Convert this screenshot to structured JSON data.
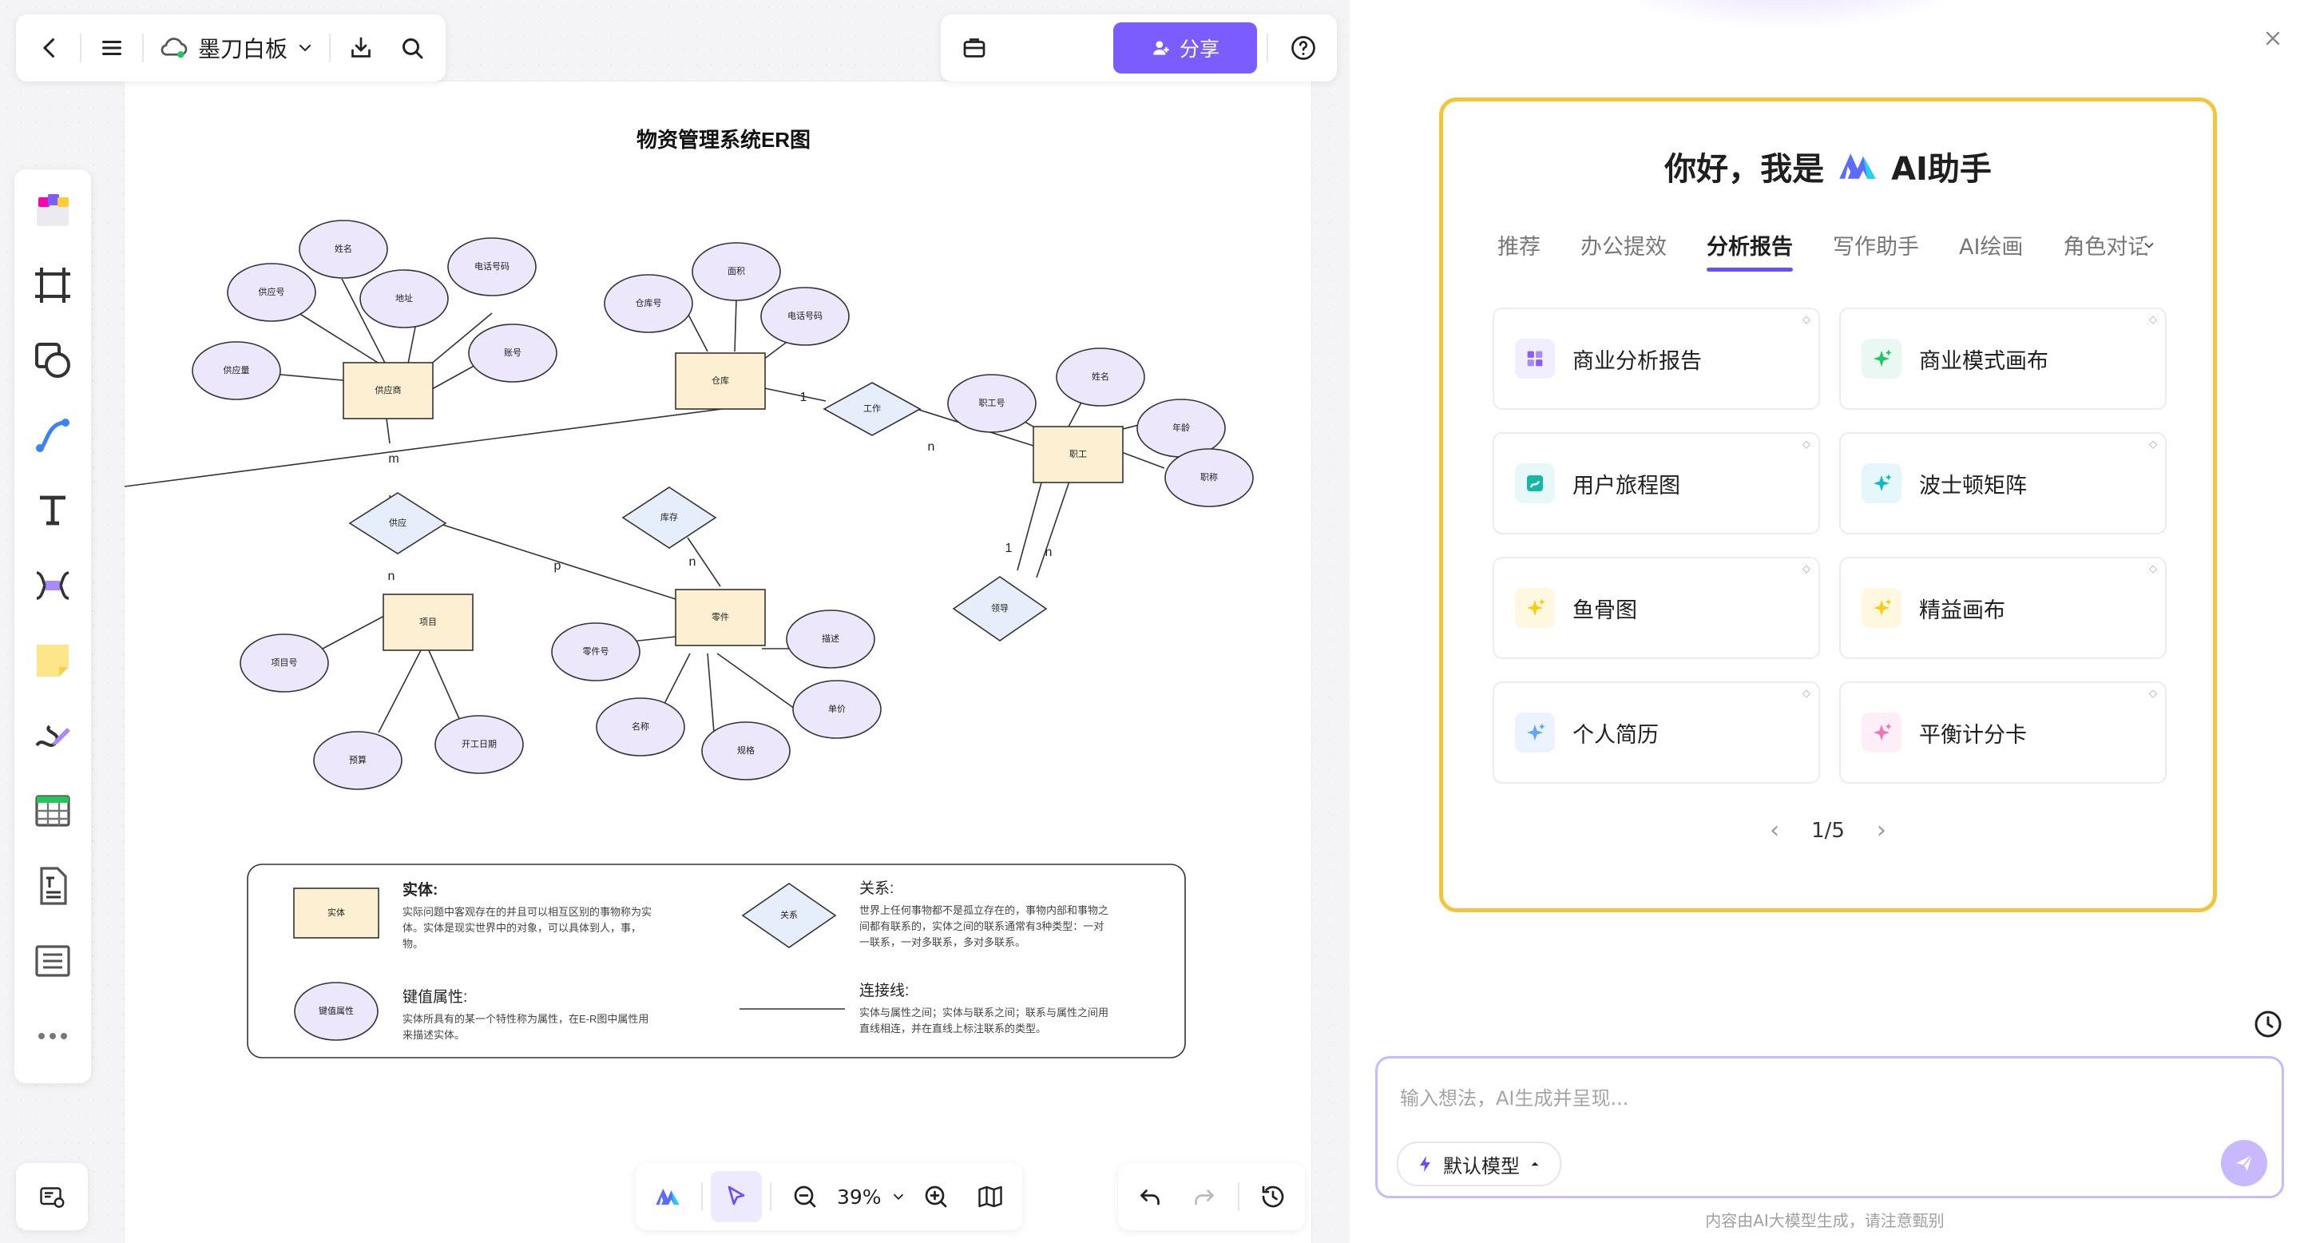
{
  "topbar": {
    "doc_title": "墨刀白板",
    "share_label": "分享"
  },
  "diagram": {
    "title": "物资管理系统ER图",
    "entities": [
      "供应商",
      "仓库",
      "职工",
      "项目",
      "零件"
    ],
    "attributes": [
      "姓名",
      "电话号码",
      "供应号",
      "地址",
      "账号",
      "供应量",
      "面积",
      "仓库号",
      "电话号码",
      "姓名",
      "职工号",
      "年龄",
      "职称",
      "项目号",
      "预算",
      "开工日期",
      "零件号",
      "描述",
      "单价",
      "名称",
      "规格"
    ],
    "relations": [
      "供应",
      "库存",
      "工作",
      "领导"
    ],
    "cardinalities": [
      "m",
      "n",
      "p",
      "n",
      "1",
      "n",
      "1",
      "n"
    ],
    "legend": {
      "entity_box": "实体",
      "entity_title": "实体:",
      "entity_desc1": "实际问题中客观存在的并且可以相互区别的事物称为实",
      "entity_desc2": "体。实体是现实世界中的对象，可以具体到人，事，",
      "entity_desc3": "物。",
      "relation_box": "关系",
      "relation_title": "关系:",
      "relation_desc1": "世界上任何事物都不是孤立存在的，事物内部和事物之",
      "relation_desc2": "间都有联系的，实体之间的联系通常有3种类型：一对",
      "relation_desc3": "一联系，一对多联系，多对多联系。",
      "attr_box": "键值属性",
      "attr_title": "键值属性:",
      "attr_desc1": "实体所具有的某一个特性称为属性，在E-R图中属性用",
      "attr_desc2": "来描述实体。",
      "line_title": "连接线:",
      "line_desc1": "实体与属性之间；实体与联系之间；联系与属性之间用",
      "line_desc2": "直线相连，并在直线上标注联系的类型。"
    }
  },
  "bottombar": {
    "zoom": "39%"
  },
  "assistant": {
    "greeting_pre": "你好，我是",
    "greeting_post": "AI助手",
    "tabs": [
      "推荐",
      "办公提效",
      "分析报告",
      "写作助手",
      "AI绘画",
      "角色对话"
    ],
    "active_tab": "分析报告",
    "items": [
      "商业分析报告",
      "商业模式画布",
      "用户旅程图",
      "波士顿矩阵",
      "鱼骨图",
      "精益画布",
      "个人简历",
      "平衡计分卡"
    ],
    "pager": "1/5",
    "input_placeholder": "输入想法，AI生成并呈现...",
    "model_label": "默认模型",
    "footer": "内容由AI大模型生成，请注意甄别"
  },
  "colors": {
    "accent": "#7b5cff",
    "highlight_border": "#f3c53a",
    "entity_fill": "#fdf0d2",
    "attribute_fill": "#ede7fb",
    "relation_fill": "#e7eefb"
  }
}
